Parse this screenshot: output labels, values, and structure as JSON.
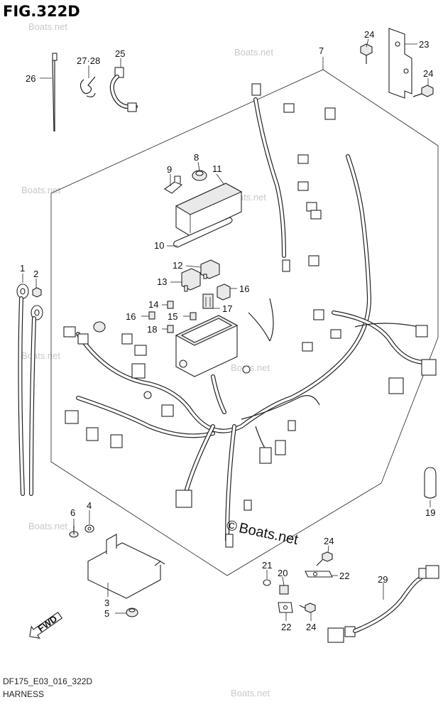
{
  "figure_title": "FIG.322D",
  "footer": {
    "code": "DF175_E03_016_322D",
    "section": "HARNESS"
  },
  "watermark": {
    "main": "Boats.net",
    "copyright_symbol": "©",
    "repeat": "Boats.net"
  },
  "fwd_label": "FWD",
  "callouts": [
    "1",
    "2",
    "3",
    "4",
    "5",
    "6",
    "7",
    "8",
    "9",
    "10",
    "11",
    "12",
    "13",
    "14",
    "15",
    "16",
    "16",
    "17",
    "18",
    "19",
    "20",
    "21",
    "22",
    "22",
    "23",
    "24",
    "24",
    "24",
    "24",
    "25",
    "26",
    "27·28",
    "29"
  ]
}
